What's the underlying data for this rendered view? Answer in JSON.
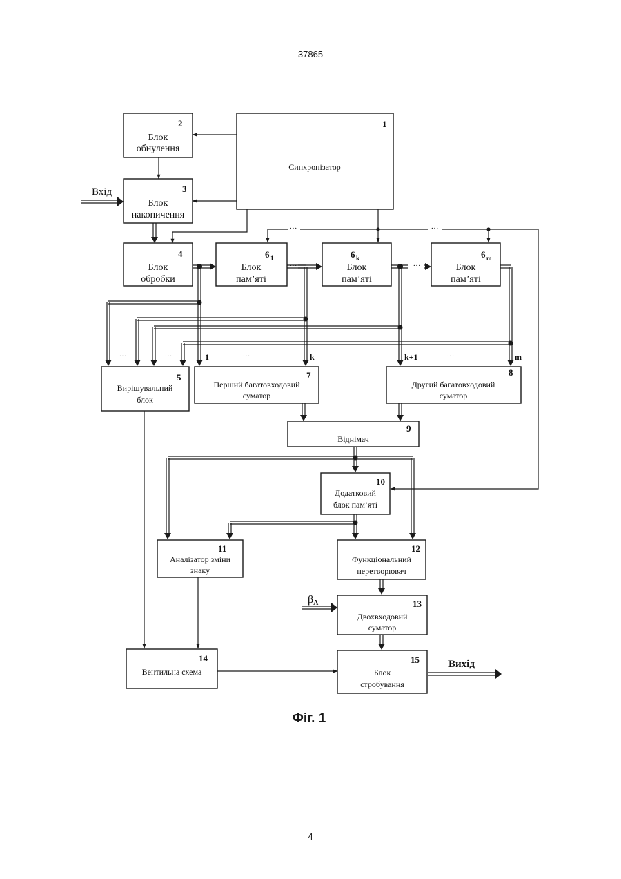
{
  "header": {
    "doc_number": "37865"
  },
  "footer": {
    "page_number": "4"
  },
  "figure": {
    "caption": "Фіг. 1"
  },
  "io": {
    "input": "Вхід",
    "output": "Вихід",
    "beta": "β",
    "beta_sub": "A"
  },
  "blocks": {
    "b1": {
      "num": "1",
      "lines": [
        "Синхронізатор"
      ]
    },
    "b2": {
      "num": "2",
      "lines": [
        "Блок",
        "обнулення"
      ]
    },
    "b3": {
      "num": "3",
      "lines": [
        "Блок",
        "накопичення"
      ]
    },
    "b4": {
      "num": "4",
      "lines": [
        "Блок",
        "обробки"
      ]
    },
    "b61": {
      "num": "6",
      "sub": "1",
      "lines": [
        "Блок",
        "пам’яті"
      ]
    },
    "b6k": {
      "num": "6",
      "sub": "k",
      "lines": [
        "Блок",
        "пам’яті"
      ]
    },
    "b6m": {
      "num": "6",
      "sub": "m",
      "lines": [
        "Блок",
        "пам’яті"
      ]
    },
    "b5": {
      "num": "5",
      "lines": [
        "Вирішувальний",
        "блок"
      ]
    },
    "b7": {
      "num": "7",
      "lines": [
        "Перший багатовходовий",
        "суматор"
      ]
    },
    "b8": {
      "num": "8",
      "lines": [
        "Другий багатовходовий",
        "суматор"
      ]
    },
    "b9": {
      "num": "9",
      "lines": [
        "Віднімач"
      ]
    },
    "b10": {
      "num": "10",
      "lines": [
        "Додатковий",
        "блок пам’яті"
      ]
    },
    "b11": {
      "num": "11",
      "lines": [
        "Аналізатор зміни",
        "знаку"
      ]
    },
    "b12": {
      "num": "12",
      "lines": [
        "Функціональний",
        "перетворювач"
      ]
    },
    "b13": {
      "num": "13",
      "lines": [
        "Двохвходовий",
        "суматор"
      ]
    },
    "b14": {
      "num": "14",
      "lines": [
        "Вентильна схема"
      ]
    },
    "b15": {
      "num": "15",
      "lines": [
        "Блок",
        "стробування"
      ]
    }
  },
  "bus_labels": {
    "dots": "···",
    "in_1": "1",
    "in_k": "k",
    "in_k1": "k+1",
    "in_m": "m"
  }
}
